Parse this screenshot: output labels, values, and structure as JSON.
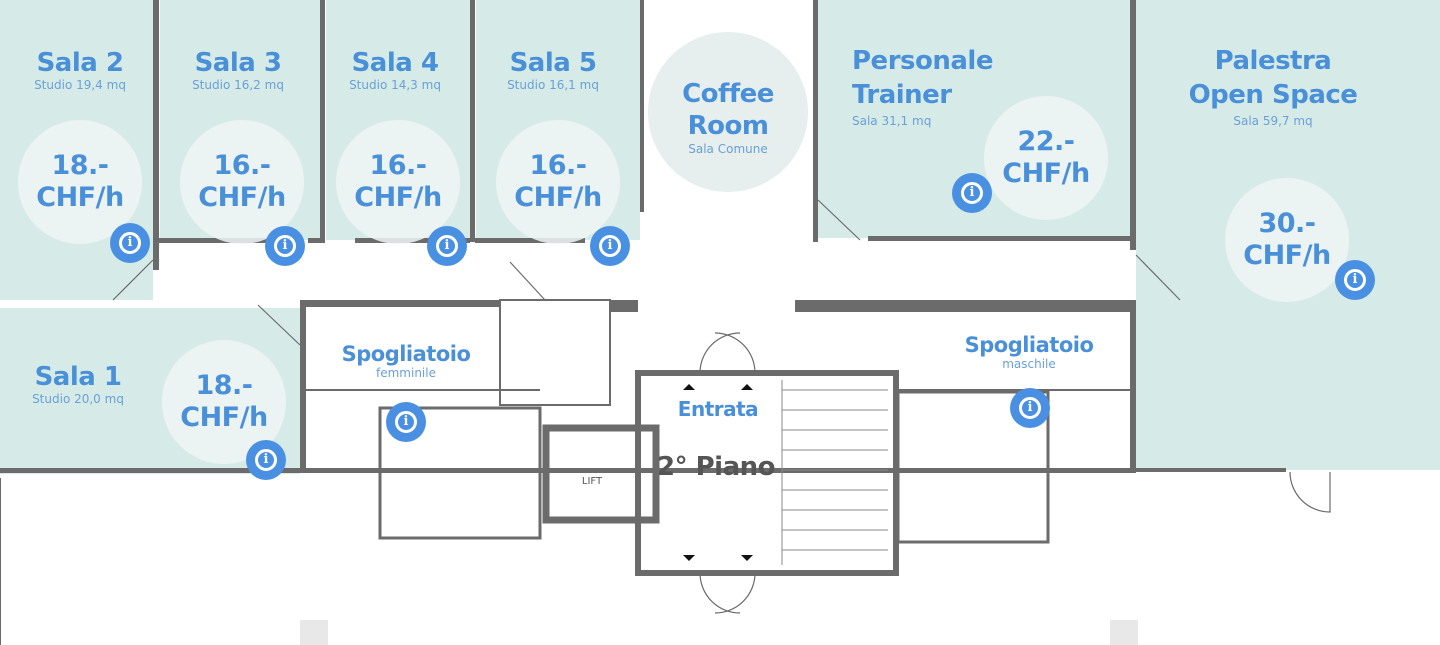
{
  "floor": {
    "label": "2° Piano",
    "entrance": "Entrata",
    "lift": "LIFT"
  },
  "rooms": [
    {
      "id": "sala-2",
      "name": "Sala 2",
      "detail": "Studio 19,4 mq",
      "price": "18.-",
      "unit": "CHF/h"
    },
    {
      "id": "sala-3",
      "name": "Sala 3",
      "detail": "Studio 16,2 mq",
      "price": "16.-",
      "unit": "CHF/h"
    },
    {
      "id": "sala-4",
      "name": "Sala 4",
      "detail": "Studio 14,3 mq",
      "price": "16.-",
      "unit": "CHF/h"
    },
    {
      "id": "sala-5",
      "name": "Sala 5",
      "detail": "Studio 16,1 mq",
      "price": "16.-",
      "unit": "CHF/h"
    },
    {
      "id": "personale-trainer",
      "name": "Personale",
      "name2": "Trainer",
      "detail": "Sala 31,1 mq",
      "price": "22.-",
      "unit": "CHF/h"
    },
    {
      "id": "palestra",
      "name": "Palestra",
      "name2": "Open Space",
      "detail": "Sala 59,7 mq",
      "price": "30.-",
      "unit": "CHF/h"
    },
    {
      "id": "sala-1",
      "name": "Sala 1",
      "detail": "Studio 20,0 mq",
      "price": "18.-",
      "unit": "CHF/h"
    }
  ],
  "coffee_room": {
    "name": "Coffee",
    "name2": "Room",
    "detail": "Sala Comune"
  },
  "changing_rooms": [
    {
      "name": "Spogliatoio",
      "detail": "femminile"
    },
    {
      "name": "Spogliatoio",
      "detail": "maschile"
    }
  ],
  "colors": {
    "room_fill": "#d6ebe7",
    "accent": "#4a90e2",
    "wall": "#6b6b6b"
  },
  "icons": {
    "info": "info-icon"
  },
  "info_glyph": "i"
}
